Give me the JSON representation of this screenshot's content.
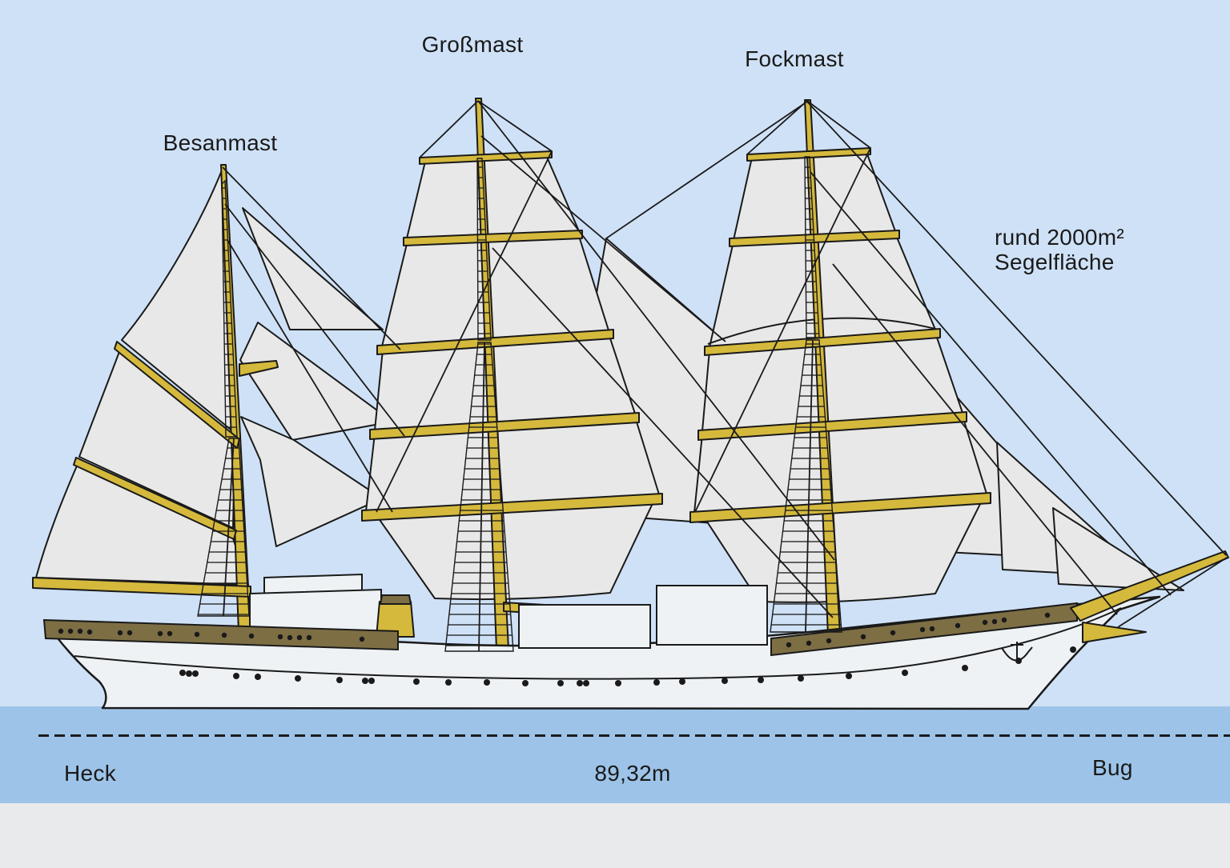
{
  "diagram": {
    "subject": "three-masted sailing ship side profile",
    "mast_labels": {
      "besanmast": "Besanmast",
      "grossmast": "Großmast",
      "fockmast": "Fockmast"
    },
    "annotation": {
      "line1": "rund 2000m²",
      "line2": "Segelfläche"
    },
    "dimension": {
      "stern": "Heck",
      "length": "89,32m",
      "bow": "Bug"
    }
  },
  "colors": {
    "sky": "#cfe1f6",
    "water": "#9dc4e8",
    "footer": "#e9eaeb",
    "sail": "#e8e8e8",
    "gold": "#d5b93c",
    "brown": "#7d6e44",
    "hullc": "#eef2f5",
    "ink": "#1a1a1a"
  }
}
